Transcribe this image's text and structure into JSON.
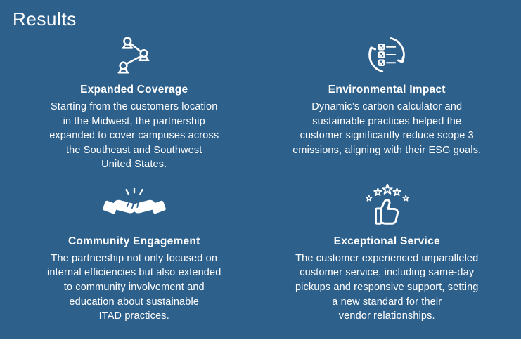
{
  "page": {
    "title": "Results",
    "background_color": "#2e608c",
    "text_color": "#ffffff",
    "bottom_strip_color": "#ffffff"
  },
  "cards": [
    {
      "icon": "network-nodes-icon",
      "heading": "Expanded Coverage",
      "body": "Starting from the customers location\nin the Midwest, the partnership\nexpanded to cover campuses across\nthe Southeast and Southwest\nUnited States."
    },
    {
      "icon": "recycle-checklist-icon",
      "heading": "Environmental Impact",
      "body": "Dynamic’s carbon calculator and\nsustainable practices helped the\ncustomer significantly reduce scope 3\nemissions, aligning with their ESG goals."
    },
    {
      "icon": "handshake-icon",
      "heading": "Community Engagement",
      "body": "The partnership not only focused on\ninternal efficiencies but also extended\nto community involvement and\neducation about sustainable\nITAD practices."
    },
    {
      "icon": "thumbs-up-stars-icon",
      "heading": "Exceptional Service",
      "body": "The customer experienced unparalleled\ncustomer service, including same-day\npickups and responsive support, setting\na new standard for their\nvendor relationships."
    }
  ]
}
